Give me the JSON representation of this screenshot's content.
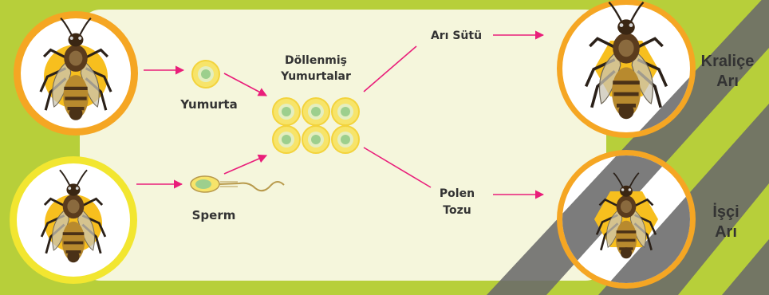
{
  "labels": {
    "egg": "Yumurta",
    "sperm": "Sperm",
    "fertilized_line1": "Döllenmiş",
    "fertilized_line2": "Yumurtalar",
    "royal_jelly": "Arı Sütü",
    "pollen_line1": "Polen",
    "pollen_line2": "Tozu",
    "queen_line1": "Kraliçe",
    "queen_line2": "Arı",
    "worker_line1": "İşçi",
    "worker_line2": "Arı"
  },
  "colors": {
    "background_green": "#b7cf3a",
    "panel": "#f5f6dc",
    "stripe_gray": "#6a6a6a",
    "queen_ring": "#f5a623",
    "drone_ring": "#f2e630",
    "worker_ring": "#f5a623",
    "hexagon": "#f7bf1e",
    "arrow": "#e91e7a",
    "egg_fill": "#f7e46a",
    "egg_core": "#9dcf8d",
    "label_text": "#333333"
  },
  "icons": {
    "queen_bee": "queen-bee-icon",
    "drone_bee": "drone-bee-icon",
    "worker_bee": "worker-bee-icon",
    "egg": "egg-icon",
    "sperm": "sperm-icon"
  }
}
